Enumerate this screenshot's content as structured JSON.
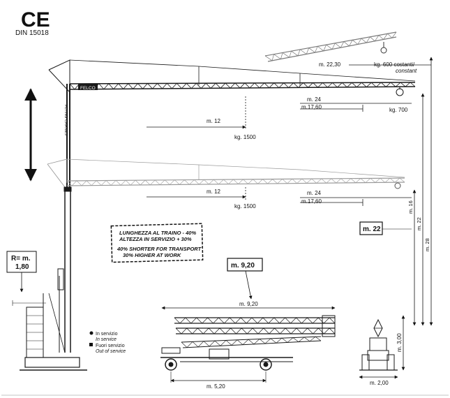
{
  "header": {
    "ce_mark": "CE",
    "norm": "DIN 15018"
  },
  "jib_tag": "FELCO",
  "mast_tag": "FLYING CRANES",
  "upper": {
    "radius_12": "m. 12",
    "load_1500": "kg. 1500",
    "radius_24": "m. 24",
    "radius_1760": "m.17,60",
    "load_700": "kg. 700",
    "radius_2230": "m. 22,30",
    "load_600_it": "kg. 600 costanti/",
    "load_600_en": "constant"
  },
  "lower": {
    "radius_12": "m. 12",
    "load_1500": "kg. 1500",
    "radius_24": "m. 24",
    "radius_1760": "m.17,60"
  },
  "heights": {
    "h16": "m. 16",
    "h22": "m. 22",
    "h28": "m. 28",
    "box22": "m. 22"
  },
  "note_box": {
    "it_line1": "LUNGHEZZA AL TRAINO - 40%",
    "it_line2": "ALTEZZA IN SERVIZIO + 30%",
    "en_line1": "40% SHORTER FOR TRANSPORT",
    "en_line2": "30% HIGHER AT WORK"
  },
  "radius_box": {
    "line1": "R= m.",
    "line2": "1,80"
  },
  "transport": {
    "box_length": "m. 9,20",
    "length": "m. 9,20",
    "axle": "m. 5,20",
    "width": "m. 2,00",
    "height": "m. 3,00"
  },
  "legend": {
    "in_service_it": "In servizio",
    "in_service_en": "In service",
    "out_service_it": "Fuori servizio",
    "out_service_en": "Out of service"
  },
  "colors": {
    "line": "#1a1a1a",
    "ghost": "#9a9a9a",
    "ink": "#111111"
  }
}
